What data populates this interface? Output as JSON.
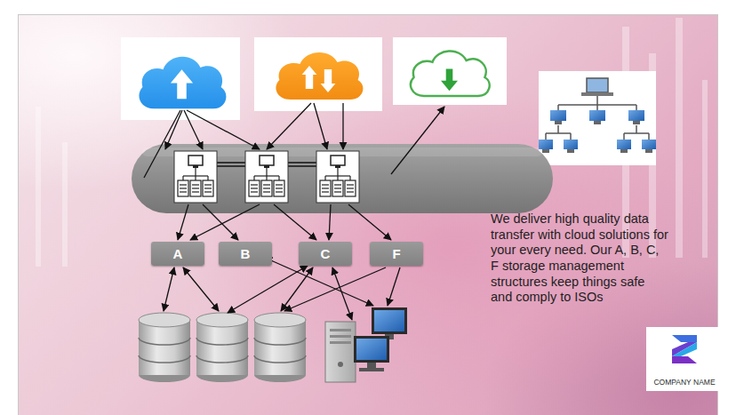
{
  "diagram": {
    "nodes": [
      {
        "text": [
          "A"
        ]
      },
      {
        "text": [
          "B"
        ]
      },
      {
        "text": [
          "C"
        ]
      },
      {
        "text": [
          "F"
        ]
      },
      {
        "text": [
          "COMPANY NAME"
        ]
      }
    ],
    "labels": [
      "We deliver high quality data transfer with cloud solutions for your every need. Our A, B, C, F storage management structures keep things safe and comply to ISOs"
    ]
  }
}
